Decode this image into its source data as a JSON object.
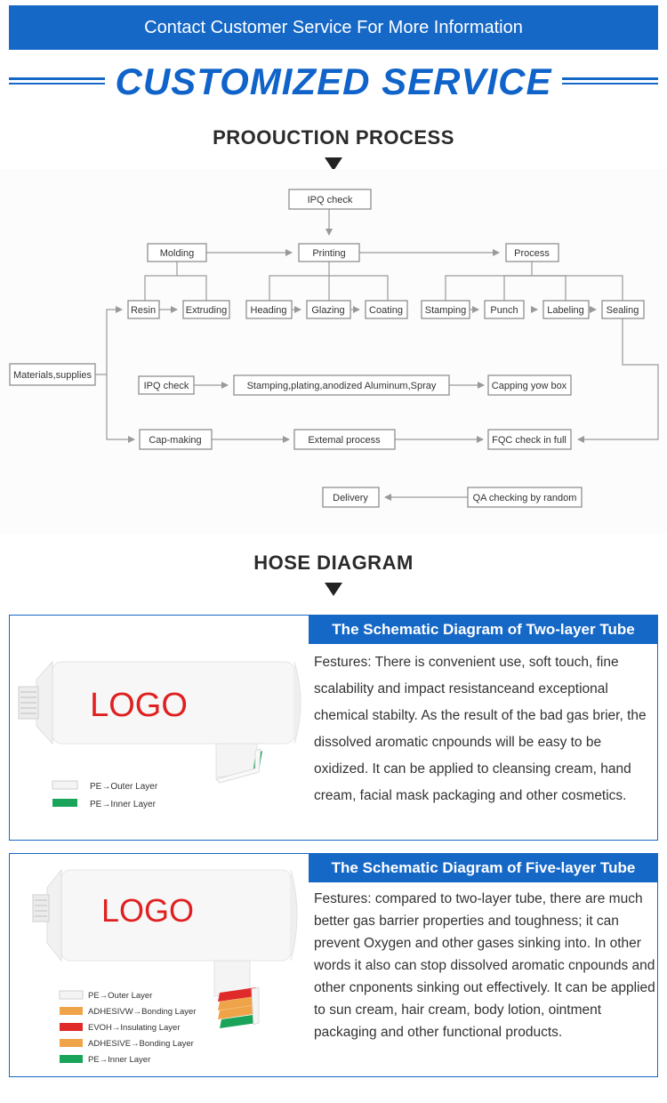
{
  "banner": {
    "text": "Contact Customer Service For More Information"
  },
  "hero": {
    "title": "CUSTOMIZED SERVICE"
  },
  "production": {
    "title": "PROOUCTION PROCESS",
    "nodes": {
      "ipq_top": "IPQ check",
      "molding": "Molding",
      "printing": "Printing",
      "process": "Process",
      "resin": "Resin",
      "extruding": "Extruding",
      "heading": "Heading",
      "glazing": "Glazing",
      "coating": "Coating",
      "stamping": "Stamping",
      "punch": "Punch",
      "labeling": "Labeling",
      "sealing": "Sealing",
      "materials": "Materials,supplies",
      "ipq_mid": "IPQ check",
      "stamping_plating": "Stamping,plating,anodized Aluminum,Spray",
      "capping": "Capping yow box",
      "capmaking": "Cap-making",
      "external": "Extemal process",
      "fqc": "FQC check in full",
      "delivery": "Delivery",
      "qa": "QA checking by random"
    }
  },
  "hose": {
    "title": "HOSE DIAGRAM",
    "two_layer": {
      "heading": "The Schematic Diagram of Two-layer Tube",
      "logo": "LOGO",
      "text": "Festures: There is convenient use, soft touch, fine scalability and impact resistanceand exceptional chemical stabilty.  As the result of the bad gas brier, the dissolved aromatic cnpounds will be easy to be oxidized.  It can be applied to cleansing cream, hand cream, facial mask packaging and other cosmetics.",
      "legend": [
        {
          "label": "PE→Outer Layer",
          "color": "#f4f4f4"
        },
        {
          "label": "PE→Inner Layer",
          "color": "#1aa45a"
        }
      ]
    },
    "five_layer": {
      "heading": "The Schematic Diagram of Five-layer Tube",
      "logo": "LOGO",
      "text": "Festures: compared to two-layer tube, there are much better gas barrier properties and toughness; it can prevent Oxygen and other gases sinking into. In other words it also can stop dissolved aromatic cnpounds and other cnponents sinking out effectively. It can be applied to sun cream, hair cream, body lotion, ointment packaging and other functional products.",
      "legend": [
        {
          "label": "PE→Outer Layer",
          "color": "#f4f4f4"
        },
        {
          "label": "ADHESIVW→Bonding Layer",
          "color": "#f0a44a"
        },
        {
          "label": "EVOH→Insulating Layer",
          "color": "#e02a2a"
        },
        {
          "label": "ADHESIVE→Bonding Layer",
          "color": "#f0a44a"
        },
        {
          "label": "PE→Inner Layer",
          "color": "#1aa45a"
        }
      ]
    }
  }
}
